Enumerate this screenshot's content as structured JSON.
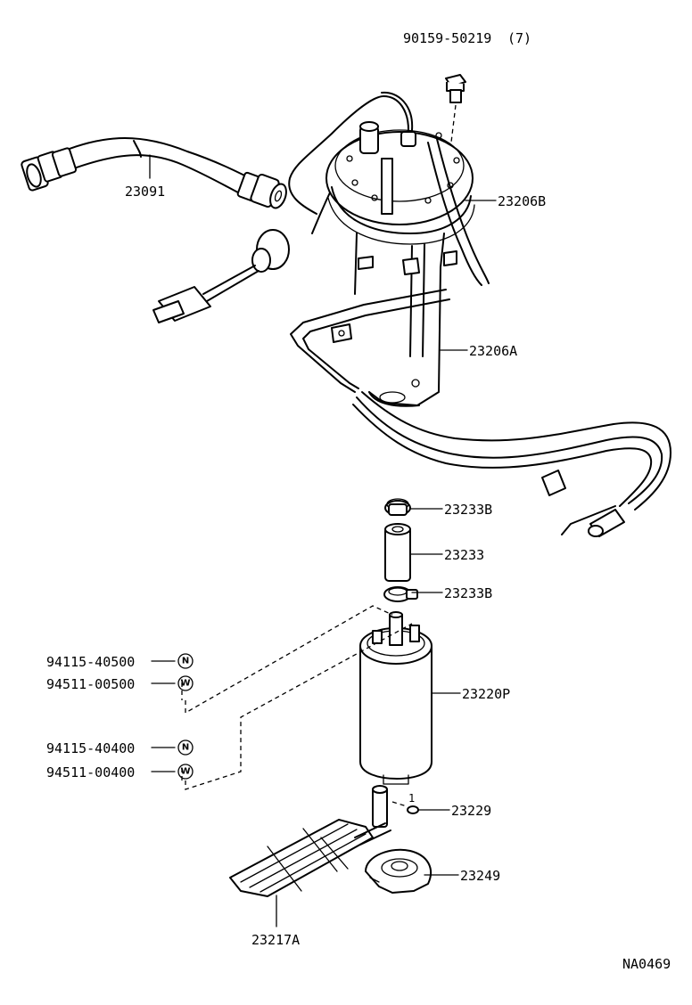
{
  "labels": {
    "bolt": "90159-50219",
    "bolt_qty": "(7)",
    "hose": "23091",
    "gasket": "23206B",
    "bracket": "23206A",
    "clamp_top": "23233B",
    "pump_hose": "23233",
    "clamp_bottom": "23233B",
    "nut_a": "94115-40500",
    "washer_a": "94511-00500",
    "nut_b": "94115-40400",
    "washer_b": "94511-00400",
    "symbol_nut": "N",
    "symbol_washer": "W",
    "pump": "23220P",
    "retainer": "23229",
    "retainer_qty": "1",
    "cushion": "23249",
    "filter": "23217A",
    "drawing_code": "NA0469"
  },
  "colors": {
    "ink": "#000000",
    "paper": "#ffffff"
  }
}
